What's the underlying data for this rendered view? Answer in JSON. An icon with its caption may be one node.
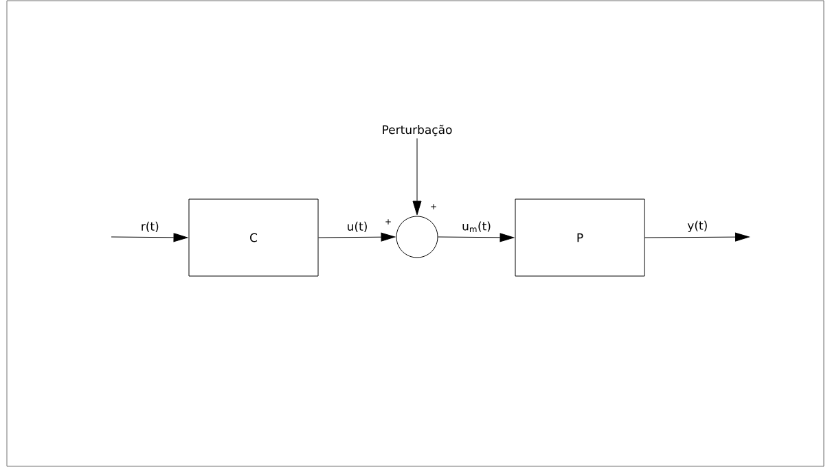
{
  "diagram": {
    "nodes": [
      {
        "text": [
          "Perturbação"
        ]
      },
      {
        "text": [
          "C"
        ]
      },
      {
        "text": [],
        "shape": "circle"
      },
      {
        "text": [
          "P"
        ]
      }
    ],
    "edges": [
      {
        "from": null,
        "to": 1,
        "arrow": "to",
        "label": "r(t)"
      },
      {
        "from": 1,
        "to": 2,
        "arrow": "to",
        "label": "u(t)"
      },
      {
        "from": 0,
        "to": 2,
        "arrow": "to"
      },
      {
        "from": 2,
        "to": 3,
        "arrow": "to",
        "label": "u$_{m}$(t)"
      },
      {
        "from": 3,
        "to": null,
        "arrow": "to",
        "label": "y(t)"
      }
    ],
    "labels": [
      "+",
      "+"
    ]
  }
}
